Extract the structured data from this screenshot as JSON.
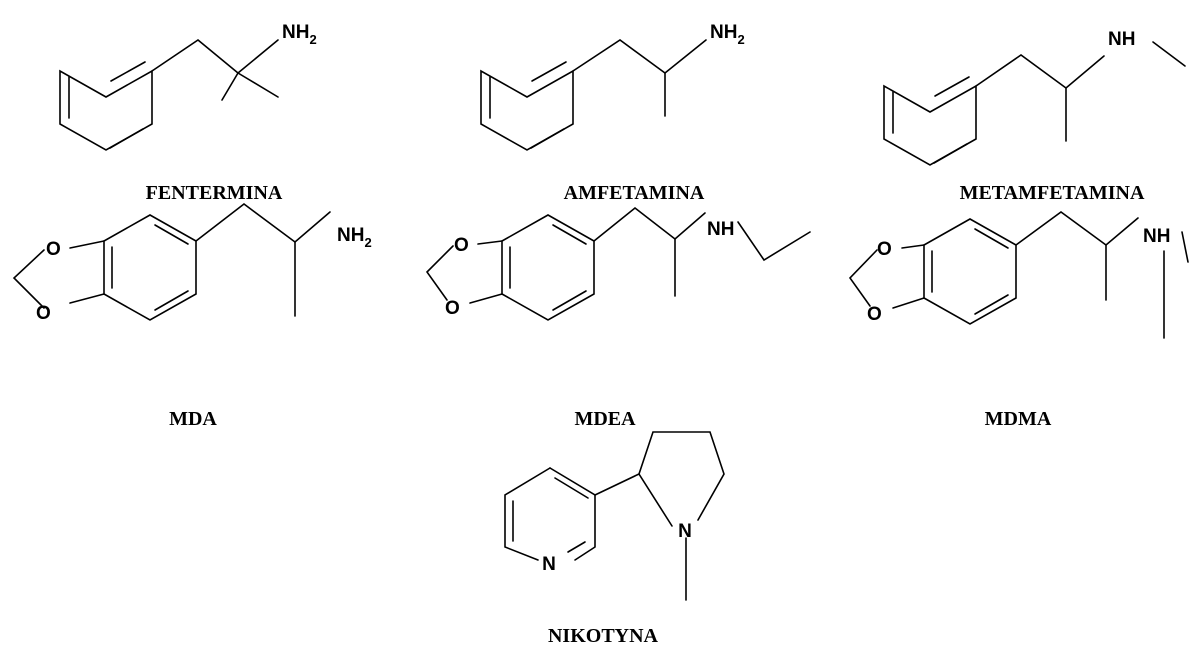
{
  "compounds": [
    {
      "name": "FENTERMINA",
      "amine": "NH",
      "amine_sub": "2"
    },
    {
      "name": "AMFETAMINA",
      "amine": "NH",
      "amine_sub": "2"
    },
    {
      "name": "METAMFETAMINA",
      "amine": "NH",
      "amine_sub": ""
    },
    {
      "name": "MDA",
      "amine": "NH",
      "amine_sub": "2",
      "oxygen": "O"
    },
    {
      "name": "MDEA",
      "amine": "NH",
      "amine_sub": "",
      "oxygen": "O"
    },
    {
      "name": "MDMA",
      "amine": "NH",
      "amine_sub": "",
      "oxygen": "O"
    },
    {
      "name": "NIKOTYNA",
      "pyridine_n": "N",
      "pyrrolidine_n": "N"
    }
  ]
}
